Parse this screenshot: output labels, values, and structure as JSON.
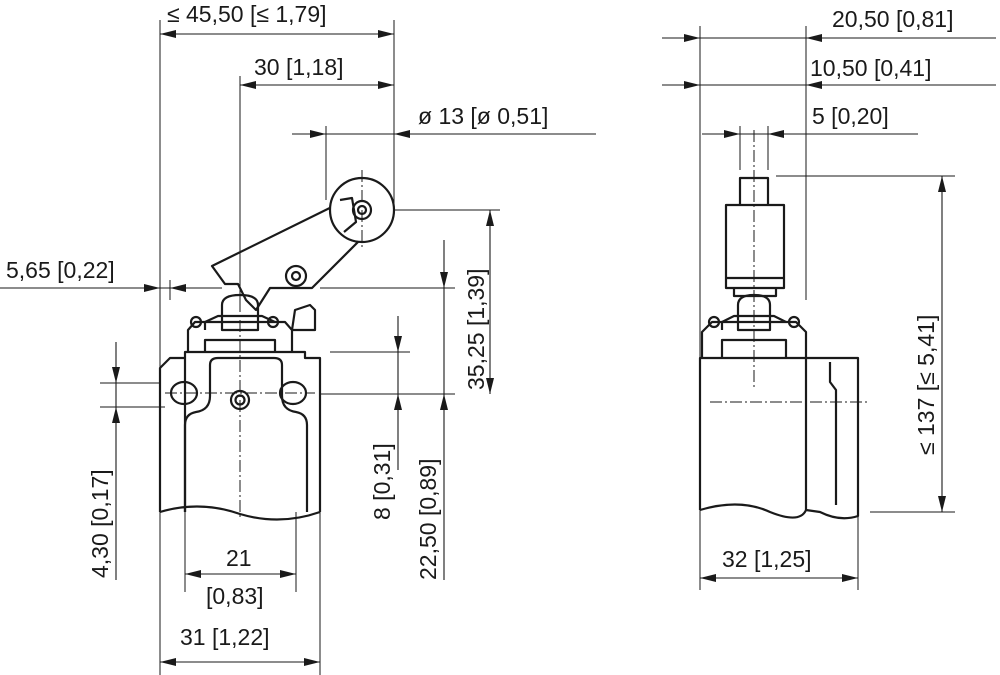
{
  "drawing": {
    "front_view": {
      "overall_width_label": "≤ 45,50 [≤ 1,79]",
      "lever_length_label": "30 [1,18]",
      "roller_diameter_label": "ø 13 [ø 0,51]",
      "offset_label": "5,65 [0,22]",
      "height_label": "35,25 [1,39]",
      "hole_height_label": "4,30 [0,17]",
      "plunger_label": "8 [0,31]",
      "body_height_label": "22,50 [0,89]",
      "hole_spacing_label_top": "21",
      "hole_spacing_label_bottom": "[0,83]",
      "body_width_label": "31 [1,22]"
    },
    "side_view": {
      "width_a_label": "20,50 [0,81]",
      "width_b_label": "10,50 [0,41]",
      "width_c_label": "5 [0,20]",
      "total_height_label": "≤ 137 [≤ 5,41]",
      "body_width_label": "32 [1,25]"
    }
  }
}
